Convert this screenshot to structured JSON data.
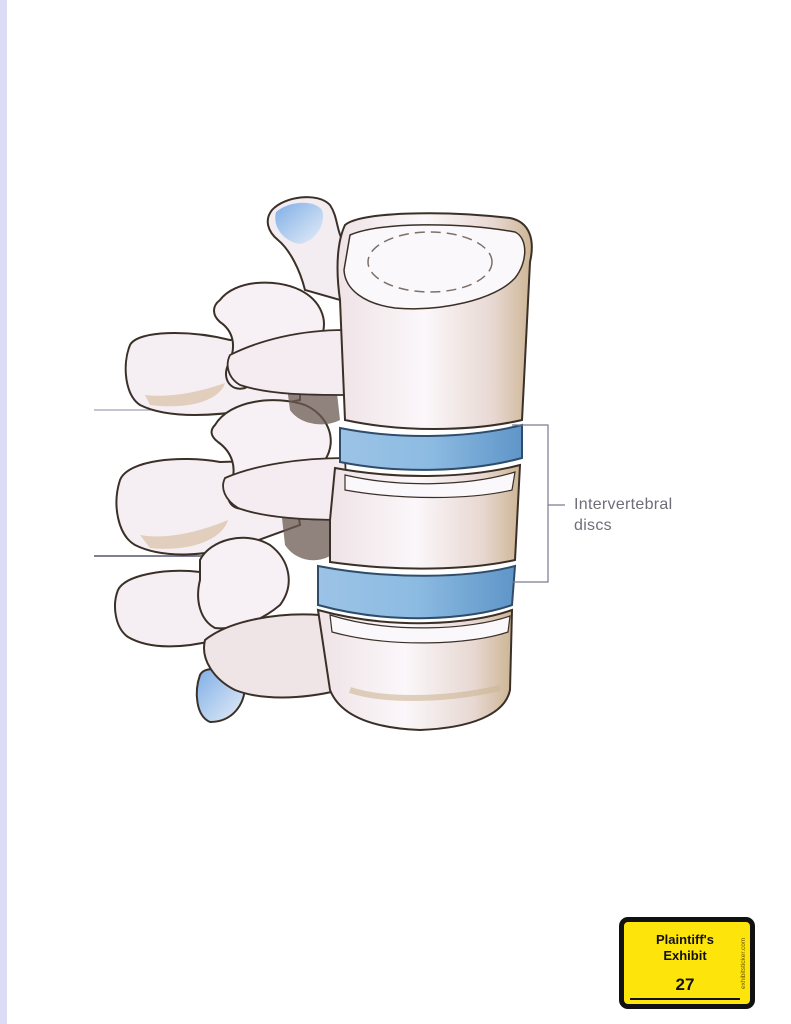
{
  "page": {
    "background": "#ffffff",
    "left_edge_color": "#dcdcf6"
  },
  "figure": {
    "subject": "lumbar-vertebrae-side-view",
    "bone_color": "#f5eef3",
    "shadow_color": "#c9b28f",
    "disc_color": "#7fb0d8",
    "cartilage_color": "#b9d3ef",
    "outline_color": "#3a3028",
    "label": {
      "line1": "Intervertebral",
      "line2": "discs",
      "color": "#6e6e78"
    }
  },
  "exhibit_sticker": {
    "title_line1": "Plaintiff's",
    "title_line2": "Exhibit",
    "number": "27",
    "vertical_text": "exhibitsticker.com",
    "background": "#fde40a",
    "border": "#111111"
  }
}
